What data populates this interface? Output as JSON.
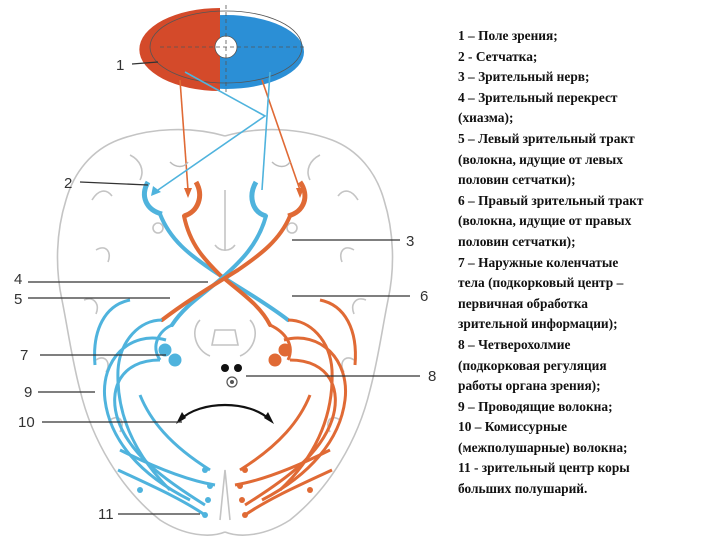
{
  "legend": [
    [
      "1 – Поле зрения;"
    ],
    [
      "2 - Сетчатка;"
    ],
    [
      "3 – Зрительный нерв;"
    ],
    [
      "4 – Зрительный перекрест",
      "(хиазма);"
    ],
    [
      " 5 – Левый зрительный тракт",
      "(волокна, идущие от левых",
      "половин сетчатки);"
    ],
    [
      "6 – Правый зрительный тракт",
      "(волокна, идущие от правых",
      "половин сетчатки);"
    ],
    [
      "7 – Наружные коленчатые",
      "тела (подкорковый центр –",
      "первичная обработка",
      "зрительной информации);"
    ],
    [
      "8 – Четверохолмие",
      "(подкорковая регуляция",
      "работы органа зрения);"
    ],
    [
      " 9 – Проводящие волокна;"
    ],
    [
      "10 – Комиссурные",
      "(межполушарные) волокна;"
    ],
    [
      "11 - зрительный центр  коры",
      "больших полушарий."
    ]
  ],
  "callouts": [
    "1",
    "2",
    "3",
    "4",
    "5",
    "6",
    "7",
    "8",
    "9",
    "10",
    "11"
  ],
  "colors": {
    "left_field": "#d44a2a",
    "right_field": "#2b8fd6",
    "left_fibers": "#4fb3dd",
    "right_fibers": "#e06a35",
    "brain_outline": "#bdbdbd"
  }
}
